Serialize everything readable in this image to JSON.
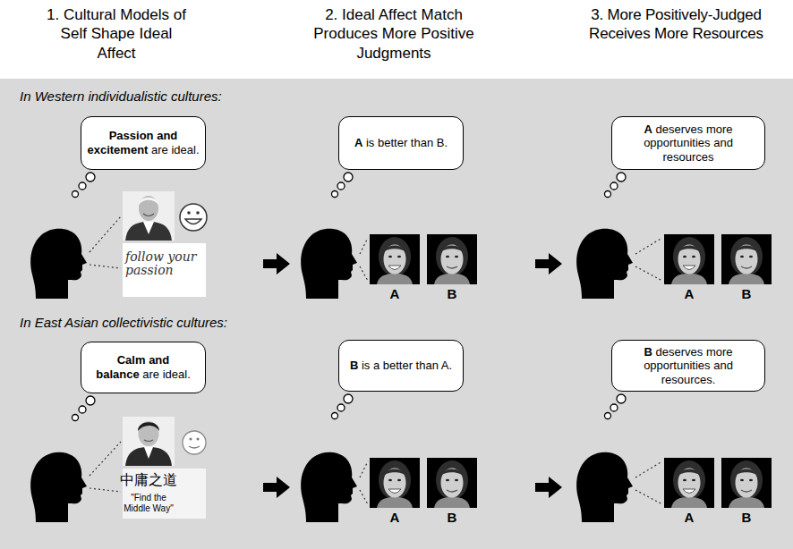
{
  "diagram": {
    "nodes": [
      {
        "text": [
          "Passion and excitement",
          "are ideal."
        ]
      },
      {
        "text": [
          "A",
          "is better than B."
        ]
      },
      {
        "text": [
          "A",
          "deserves more opportunities and resources"
        ]
      },
      {
        "text": [
          "Calm and balance",
          "are ideal."
        ]
      },
      {
        "text": [
          "B",
          "is a better than A."
        ]
      },
      {
        "text": [
          "B",
          "deserves more opportunities and resources."
        ]
      }
    ],
    "labels": [
      "1. Cultural Models of Self Shape Ideal Affect",
      "2. Ideal Affect Match Produces More Positive Judgments",
      "3. More Positively-Judged Receives More Resources",
      "In Western individualistic cultures:",
      "follow your passion",
      "A",
      "B",
      "A",
      "B",
      "In East Asian collectivistic cultures:",
      "中庸之道",
      "\"Find the Middle Way\"",
      "A",
      "B",
      "A",
      "B"
    ]
  }
}
